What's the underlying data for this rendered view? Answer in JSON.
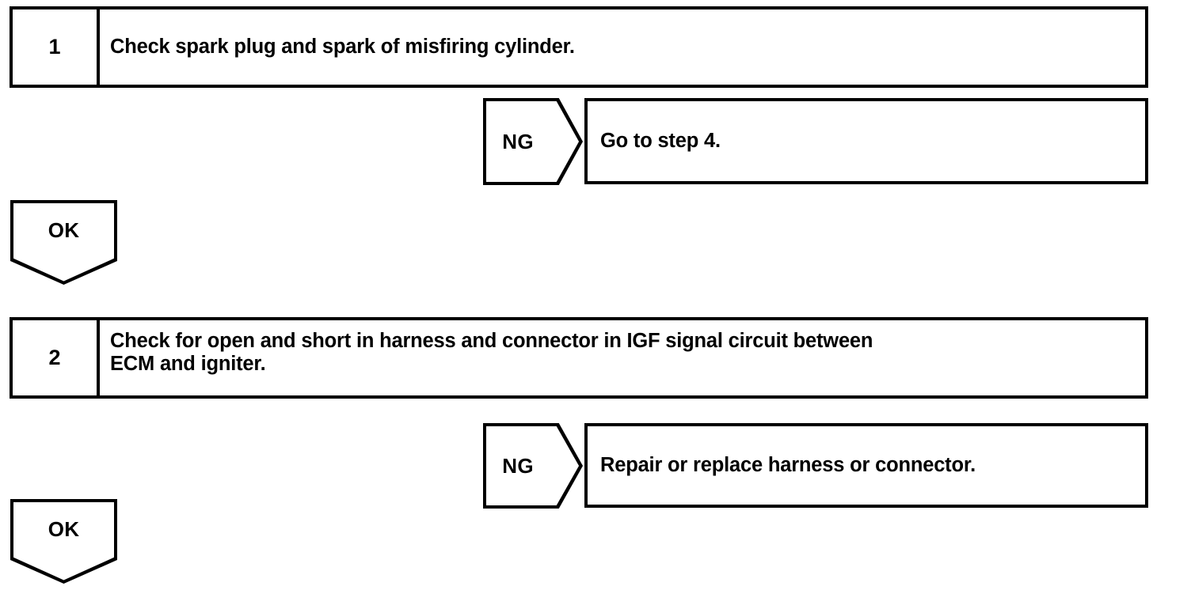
{
  "diagram": {
    "type": "troubleshooting-flowchart",
    "colors": {
      "line": "#000000",
      "background": "#ffffff",
      "text": "#000000"
    },
    "steps": [
      {
        "number": "1",
        "text": "Check spark plug and spark of misfiring cylinder."
      },
      {
        "number": "2",
        "line1": "Check for open and short in harness and connector in IGF signal circuit between",
        "line2": "ECM and igniter."
      }
    ],
    "branches": [
      {
        "label": "NG",
        "result": "Go to step 4."
      },
      {
        "label": "NG",
        "result": "Repair or replace harness or connector."
      }
    ],
    "ok_labels": [
      {
        "label": "OK"
      },
      {
        "label": "OK"
      }
    ]
  }
}
